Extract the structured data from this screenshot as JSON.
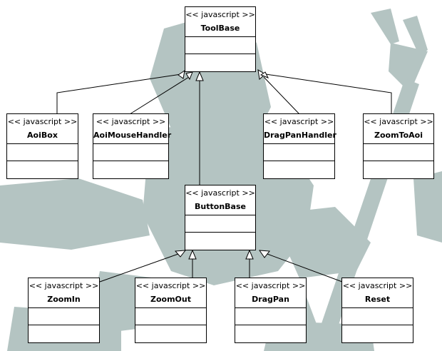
{
  "watermark": {
    "name": "mascot-watermark",
    "color": "#b4c4c2"
  },
  "classes": [
    {
      "id": "toolbase",
      "stereotype": "<< javascript >>",
      "name": "ToolBase"
    },
    {
      "id": "aoibox",
      "stereotype": "<< javascript >>",
      "name": "AoiBox"
    },
    {
      "id": "aoimousehandler",
      "stereotype": "<< javascript >>",
      "name": "AoiMouseHandler"
    },
    {
      "id": "dragpanhandler",
      "stereotype": "<< javascript >>",
      "name": "DragPanHandler"
    },
    {
      "id": "zoomtoaoi",
      "stereotype": "<< javascript >>",
      "name": "ZoomToAoi"
    },
    {
      "id": "buttonbase",
      "stereotype": "<< javascript >>",
      "name": "ButtonBase"
    },
    {
      "id": "zoomin",
      "stereotype": "<< javascript >>",
      "name": "ZoomIn"
    },
    {
      "id": "zoomout",
      "stereotype": "<< javascript >>",
      "name": "ZoomOut"
    },
    {
      "id": "dragpan",
      "stereotype": "<< javascript >>",
      "name": "DragPan"
    },
    {
      "id": "reset",
      "stereotype": "<< javascript >>",
      "name": "Reset"
    }
  ],
  "generalizations": [
    {
      "child": "aoibox",
      "parent": "toolbase"
    },
    {
      "child": "aoimousehandler",
      "parent": "toolbase"
    },
    {
      "child": "buttonbase",
      "parent": "toolbase"
    },
    {
      "child": "dragpanhandler",
      "parent": "toolbase"
    },
    {
      "child": "zoomtoaoi",
      "parent": "toolbase"
    },
    {
      "child": "zoomin",
      "parent": "buttonbase"
    },
    {
      "child": "zoomout",
      "parent": "buttonbase"
    },
    {
      "child": "dragpan",
      "parent": "buttonbase"
    },
    {
      "child": "reset",
      "parent": "buttonbase"
    }
  ]
}
